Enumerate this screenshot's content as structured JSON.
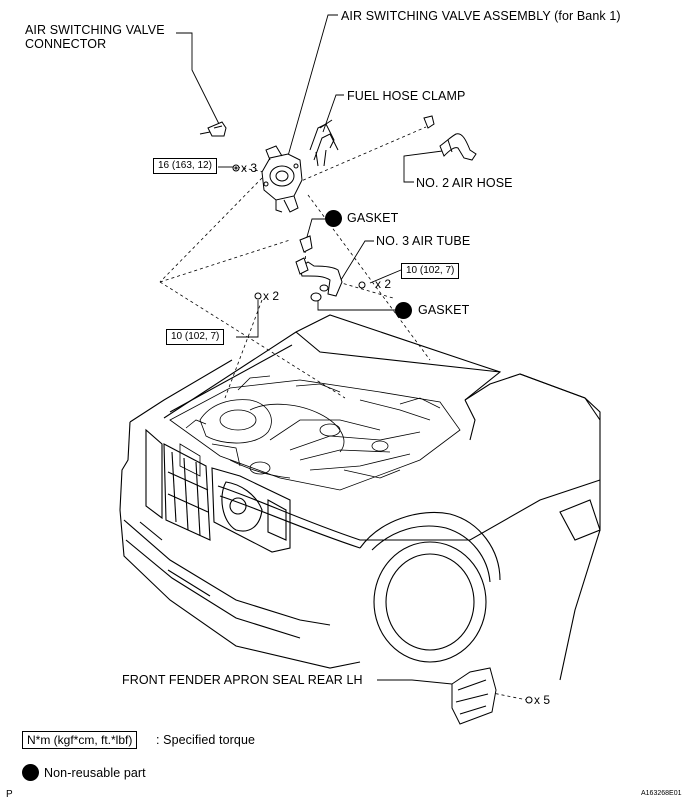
{
  "labels": {
    "asv_connector_line1": "AIR SWITCHING VALVE",
    "asv_connector_line2": "CONNECTOR",
    "asv_assembly": "AIR SWITCHING VALVE ASSEMBLY (for Bank 1)",
    "fuel_hose_clamp": "FUEL HOSE CLAMP",
    "no2_air_hose": "NO. 2 AIR HOSE",
    "gasket_upper": "GASKET",
    "no3_air_tube": "NO. 3 AIR TUBE",
    "gasket_lower": "GASKET",
    "fender_apron": "FRONT FENDER APRON SEAL REAR LH"
  },
  "torques": {
    "asv_bolts": "16 (163, 12)",
    "tube_nuts_right": "10 (102, 7)",
    "tube_nuts_left": "10 (102, 7)"
  },
  "multipliers": {
    "asv_bolts": "x 3",
    "tube_nuts_right": "x 2",
    "tube_nuts_left": "x 2",
    "fender_clips": "x 5"
  },
  "legend": {
    "torque_box": "N*m (kgf*cm, ft.*lbf)",
    "torque_text": ": Specified torque",
    "nonreusable_text": "Non-reusable part"
  },
  "footer": {
    "page_letter": "P",
    "figure_id": "A163268E01"
  }
}
